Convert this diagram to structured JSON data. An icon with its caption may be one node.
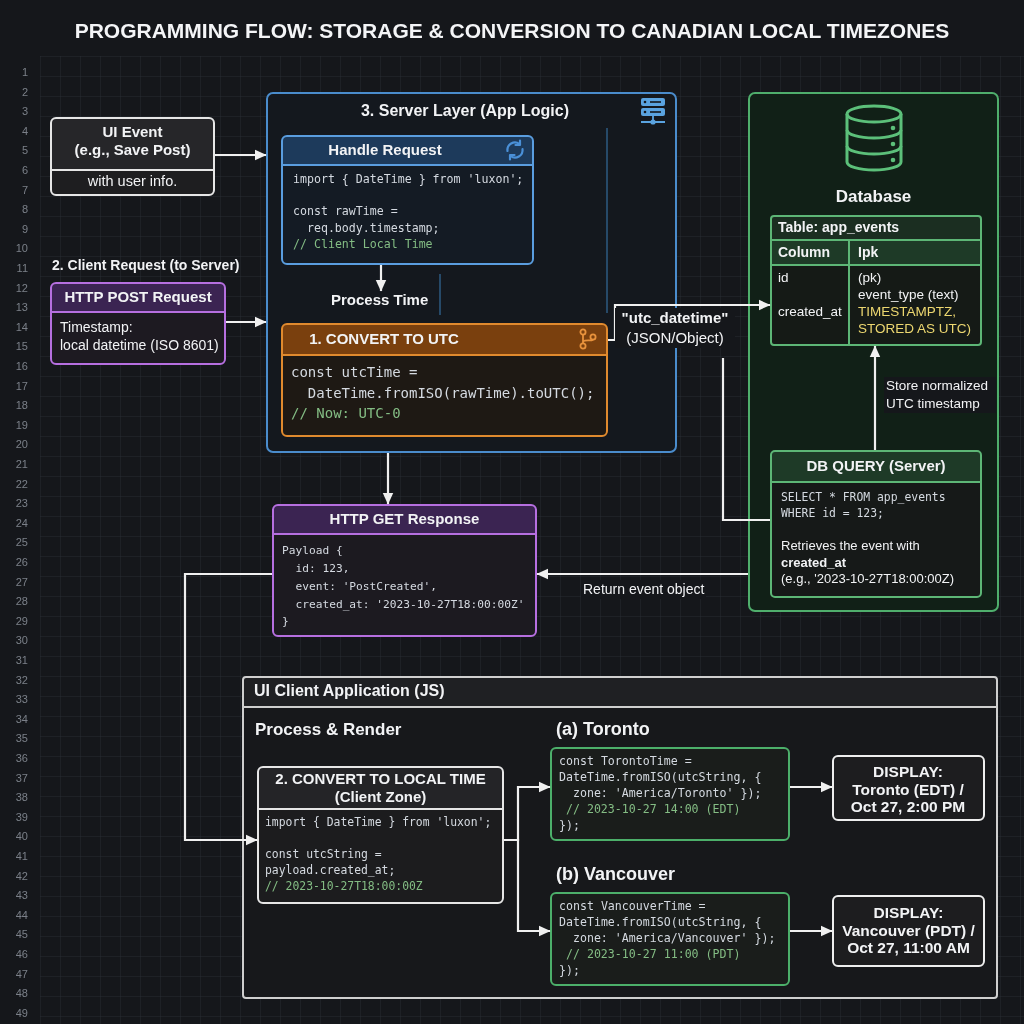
{
  "diagram": {
    "title": "PROGRAMMING FLOW: STORAGE & CONVERSION TO CANADIAN LOCAL TIMEZONES",
    "nodes": [
      {
        "text": [
          "UI Event",
          "(e.g., Save Post)",
          "with user info."
        ]
      },
      {
        "text": [
          "2. Client Request (to Server)",
          "HTTP POST Request",
          "Timestamp:",
          "local datetime (ISO 8601)"
        ]
      },
      {
        "text": [
          "3. Server Layer (App Logic)"
        ]
      },
      {
        "text": [
          "Handle Request",
          "import { DateTime } from 'luxon';",
          "const rawTime =",
          "req.body.timestamp;",
          "// Client Local Time"
        ],
        "in": 2
      },
      {
        "text": [
          "Process Time"
        ],
        "in": 2
      },
      {
        "text": [
          "1. CONVERT TO UTC",
          "const utcTime =",
          "DateTime.fromISO(rawTime).toUTC();",
          "// Now: UTC-0"
        ],
        "in": 2
      },
      {
        "text": [
          "Database"
        ]
      },
      {
        "text": [
          "Table: app_events",
          "Column",
          "Ipk",
          "id",
          "(pk)",
          "event_type (text)",
          "created_at",
          "TIMESTAMPTZ, STORED AS UTC)"
        ],
        "in": 6
      },
      {
        "text": [
          "DB QUERY (Server)",
          "SELECT * FROM app_events",
          "WHERE id = 123;",
          "Retrieves the event with **created_at**",
          "(e.g., '2023-10-27T18:00:00Z)"
        ],
        "in": 6
      },
      {
        "text": [
          "HTTP GET Response",
          "Payload {",
          "id: 123,",
          "event: 'PostCreated',",
          "created_at: '2023-10-27T18:00:00Z'",
          "}"
        ]
      },
      {
        "text": [
          "UI Client Application (JS)",
          "Process & Render"
        ]
      },
      {
        "text": [
          "2. CONVERT TO LOCAL TIME (Client Zone)",
          "import { DateTime } from 'luxon';",
          "const utcString =",
          "payload.created_at;",
          "// 2023-10-27T18:00:00Z"
        ],
        "in": 10
      },
      {
        "text": [
          "(a) Toronto",
          "const TorontoTime =",
          "DateTime.fromISO(utcString, {",
          "zone: 'America/Toronto' });",
          "// 2023-10-27 14:00 (EDT)",
          "});"
        ],
        "in": 10
      },
      {
        "text": [
          "DISPLAY: Toronto (EDT) / Oct 27, 2:00 PM"
        ],
        "in": 10
      },
      {
        "text": [
          "(b) Vancouver",
          "const VancouverTime =",
          "DateTime.fromISO(utcString, {",
          "zone: 'America/Vancouver' });",
          "// 2023-10-27 11:00 (PDT)",
          "});"
        ],
        "in": 10
      },
      {
        "text": [
          "DISPLAY: Vancouver (PDT) / Oct 27, 11:00 AM"
        ],
        "in": 10
      }
    ],
    "edges": [
      {
        "from": 0,
        "to": 2,
        "arrow": "to"
      },
      {
        "from": 1,
        "to": 2,
        "arrow": "to"
      },
      {
        "from": 3,
        "to": 4,
        "arrow": "to"
      },
      {
        "from": 5,
        "to": 7,
        "arrow": "to",
        "label": "**\"utc_datetime\"** (JSON/Object)"
      },
      {
        "from": 8,
        "to": 7,
        "arrow": "to",
        "label": "Store normalized UTC timestamp"
      },
      {
        "from": 8,
        "to": null,
        "arrow": "none"
      },
      {
        "from": 2,
        "to": 9,
        "arrow": "to"
      },
      {
        "from": 6,
        "to": 9,
        "arrow": "to",
        "label": "Return event object"
      },
      {
        "from": 9,
        "to": 11,
        "arrow": "to"
      },
      {
        "from": 11,
        "to": 12,
        "arrow": "to"
      },
      {
        "from": 11,
        "to": 14,
        "arrow": "to"
      },
      {
        "from": 12,
        "to": 13,
        "arrow": "to"
      },
      {
        "from": 14,
        "to": 15,
        "arrow": "to"
      }
    ],
    "labels": [
      "1",
      "2",
      "3",
      "4",
      "5",
      "6",
      "7",
      "8",
      "9",
      "10",
      "11",
      "12",
      "13",
      "14",
      "15",
      "16",
      "17",
      "18",
      "19",
      "20",
      "21",
      "22",
      "23",
      "24",
      "25",
      "26",
      "27",
      "28",
      "29",
      "30",
      "31",
      "32",
      "33",
      "34",
      "35",
      "36",
      "37",
      "38",
      "39",
      "40",
      "41",
      "42",
      "43",
      "44",
      "45",
      "46",
      "47",
      "48",
      "49"
    ]
  }
}
